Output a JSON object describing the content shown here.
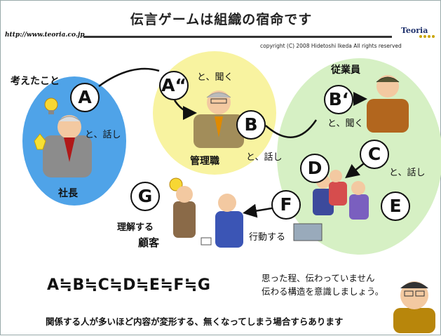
{
  "header": {
    "title": "伝言ゲームは組織の宿命です",
    "url": "http://www.teoria.co.jp",
    "logo_text": "Teoria",
    "copyright": "copyright (C) 2008 Hidetoshi Ikeda All rights reserved"
  },
  "groups": {
    "president": {
      "heading": "考えたこと",
      "role": "社長"
    },
    "manager": {
      "role": "管理職"
    },
    "staff": {
      "heading": "従業員"
    },
    "customer": {
      "heading_line1": "理解する",
      "heading_line2": "顧客"
    }
  },
  "nodes": {
    "A": "A",
    "A2": "A“",
    "B": "B",
    "B2": "B‘",
    "C": "C",
    "D": "D",
    "E": "E",
    "F": "F",
    "G": "G"
  },
  "speech": {
    "president_talk": "と、話し",
    "manager_listen": "と、聞く",
    "manager_talk": "と、話し",
    "staff_listen": "と、聞く",
    "staff_talk": "と、話し",
    "act": "行動する"
  },
  "formula": "A≒B≒C≒D≒E≒F≒G",
  "note": {
    "line1": "思った程、伝わっていません",
    "line2": "伝わる構造を意識しましょう。"
  },
  "footer": "関係する人が多いほど内容が変形する、無くなってしまう場合すらあります",
  "colors": {
    "president_circle": "#4fa3e8",
    "manager_circle": "#f8f3a0",
    "staff_circle": "#d6f0c4",
    "arrow": "#111111"
  }
}
